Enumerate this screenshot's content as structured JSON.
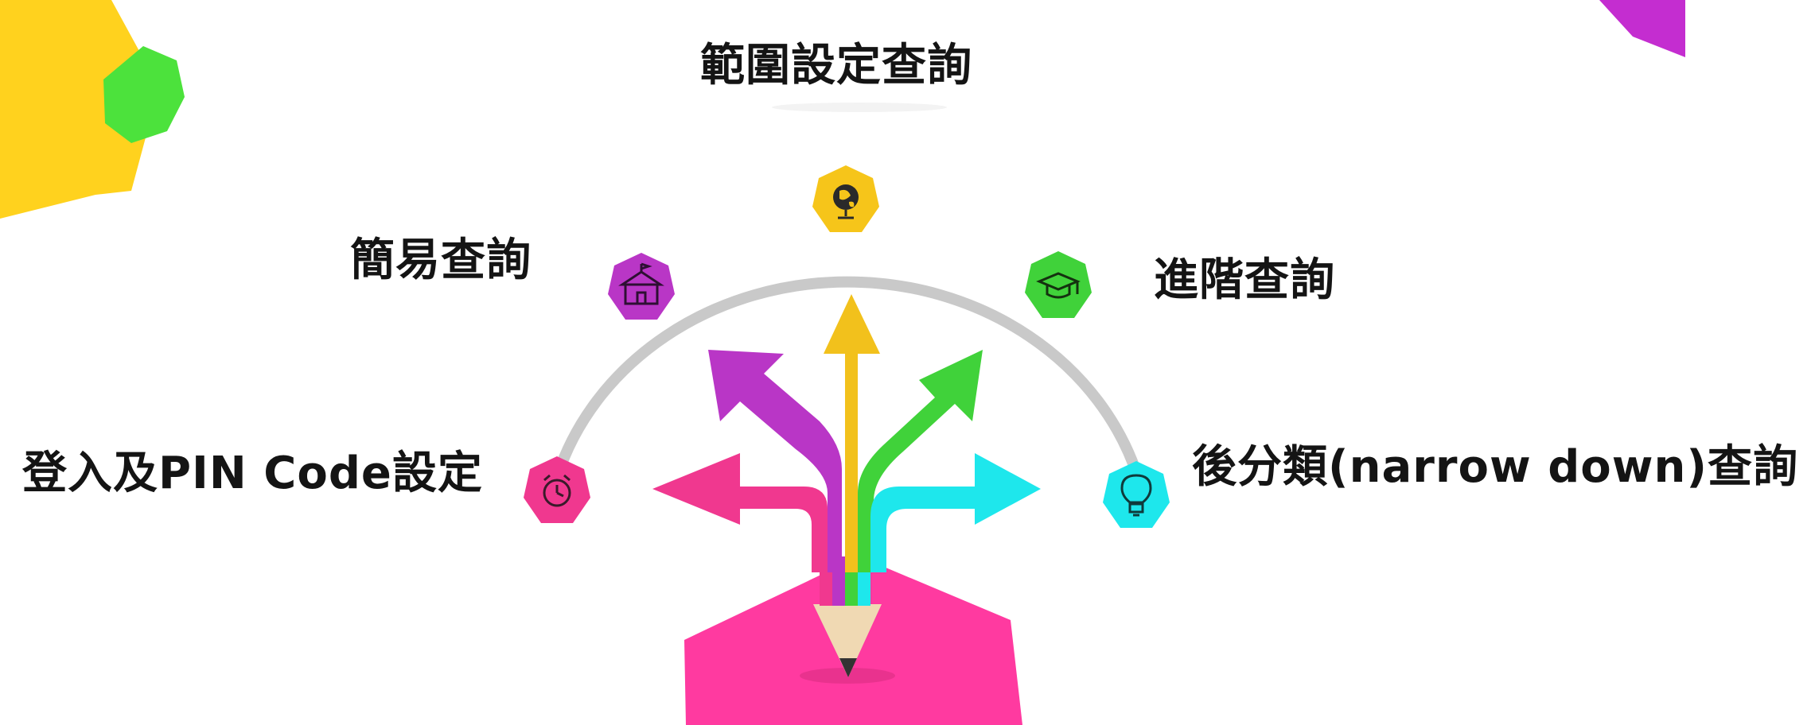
{
  "diagram": {
    "labels": {
      "scope_query": "範圍設定查詢",
      "simple_query": "簡易查詢",
      "advanced_query": "進階查詢",
      "login_pin": "登入及PIN Code設定",
      "post_classification": "後分類(narrow down)查詢"
    },
    "nodes": [
      {
        "id": "login",
        "icon": "alarm-clock-icon",
        "color": "#f0388f"
      },
      {
        "id": "simple",
        "icon": "school-icon",
        "color": "#b936c6"
      },
      {
        "id": "scope",
        "icon": "globe-icon",
        "color": "#f6c51a"
      },
      {
        "id": "advanced",
        "icon": "graduation-cap-icon",
        "color": "#40d23a"
      },
      {
        "id": "post",
        "icon": "lightbulb-icon",
        "color": "#1ee7ec"
      }
    ],
    "arrows": [
      {
        "direction": "left",
        "color": "#f0388f"
      },
      {
        "direction": "up-left",
        "color": "#b936c6"
      },
      {
        "direction": "up",
        "color": "#f2c11c"
      },
      {
        "direction": "up-right",
        "color": "#40d23a"
      },
      {
        "direction": "right",
        "color": "#1ee7ec"
      }
    ],
    "colors": {
      "arc": "#c9c9c9",
      "pencil_wood": "#f0d9b3",
      "pencil_tip": "#333333",
      "base_hexagon": "#ff3aa0",
      "corner_yellow": "#ffd21e",
      "corner_green": "#4ce23c",
      "corner_purple": "#c42dd0"
    }
  }
}
